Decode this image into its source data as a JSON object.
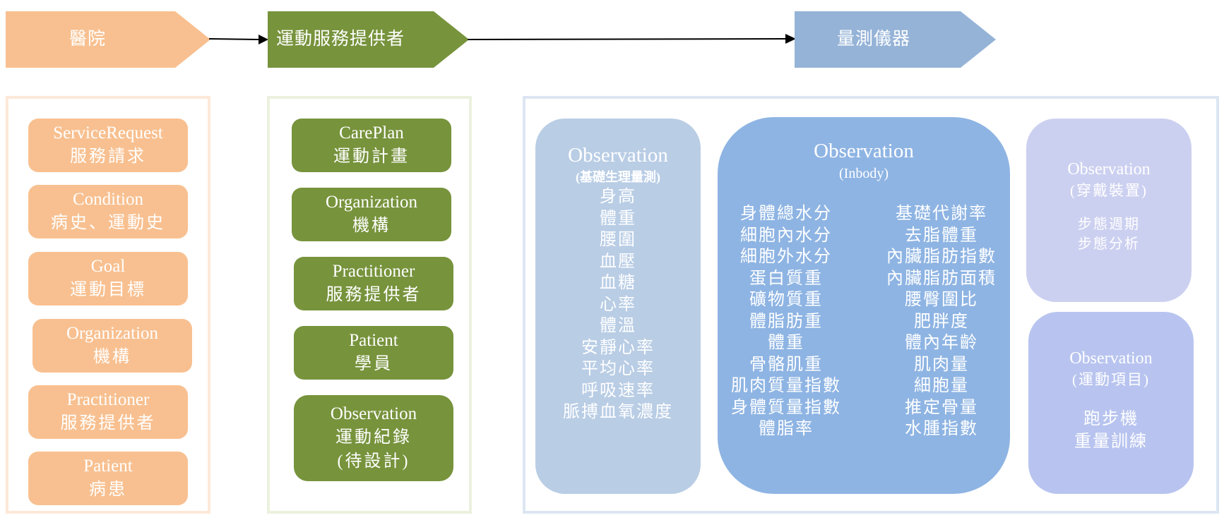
{
  "flow": {
    "stages": [
      {
        "label": "醫院",
        "color": "#f8c090"
      },
      {
        "label": "運動服務提供者",
        "color": "#77933c"
      },
      {
        "label": "量測儀器",
        "color": "#95b3d7"
      }
    ]
  },
  "hospital_panel": {
    "border_color": "#fde9d9",
    "cards": [
      {
        "en": "ServiceRequest",
        "zh": "服務請求"
      },
      {
        "en": "Condition",
        "zh": "病史、運動史"
      },
      {
        "en": "Goal",
        "zh": "運動目標"
      },
      {
        "en": "Organization",
        "zh": "機構"
      },
      {
        "en": "Practitioner",
        "zh": "服務提供者"
      },
      {
        "en": "Patient",
        "zh": "病患"
      }
    ]
  },
  "provider_panel": {
    "border_color": "#ebf1de",
    "cards": [
      {
        "en": "CarePlan",
        "zh": "運動計畫"
      },
      {
        "en": "Organization",
        "zh": "機構"
      },
      {
        "en": "Practitioner",
        "zh": "服務提供者"
      },
      {
        "en": "Patient",
        "zh": "學員"
      },
      {
        "en": "Observation",
        "zh": "運動紀錄",
        "zh2": "(待設計)"
      }
    ]
  },
  "device_panel": {
    "border_color": "#dce6f2",
    "basic": {
      "title": "Observation",
      "subtitle": "(基礎生理量測)",
      "color": "#b9cde5",
      "items": [
        "身高",
        "體重",
        "腰圍",
        "血壓",
        "血糖",
        "心率",
        "體溫",
        "安靜心率",
        "平均心率",
        "呼吸速率",
        "脈搏血氧濃度"
      ]
    },
    "inbody": {
      "title": "Observation",
      "subtitle": "(Inbody)",
      "color": "#8eb4e3",
      "left_items": [
        "身體總水分",
        "細胞內水分",
        "細胞外水分",
        "蛋白質重",
        "礦物質重",
        "體脂肪重",
        "體重",
        "骨骼肌重",
        "肌肉質量指數",
        "身體質量指數",
        "體脂率"
      ],
      "right_items": [
        "基礎代謝率",
        "去脂體重",
        "內臟脂肪指數",
        "內臟脂肪面積",
        "腰臀圍比",
        "肥胖度",
        "體內年齡",
        "肌肉量",
        "細胞量",
        "推定骨量",
        "水腫指數"
      ]
    },
    "wearable": {
      "title": "Observation",
      "subtitle": "(穿戴裝置)",
      "color": "#ccd0f0",
      "items": [
        "步態週期",
        "步態分析"
      ]
    },
    "exercise": {
      "title": "Observation",
      "subtitle": "(運動項目)",
      "color": "#b8c4ef",
      "items": [
        "跑步機",
        "重量訓練"
      ]
    }
  }
}
